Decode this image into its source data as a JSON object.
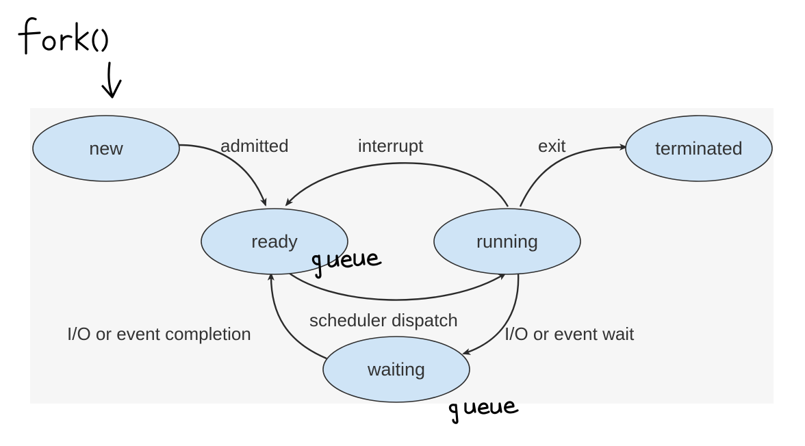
{
  "colors": {
    "state_fill": "#cfe4f6",
    "state_stroke": "#2e2e2e"
  },
  "states": {
    "new": "new",
    "ready": "ready",
    "running": "running",
    "waiting": "waiting",
    "terminated": "terminated"
  },
  "transitions": {
    "admitted": "admitted",
    "interrupt": "interrupt",
    "exit": "exit",
    "scheduler_dispatch": "scheduler dispatch",
    "io_event_completion": "I/O or event completion",
    "io_event_wait": "I/O or event wait"
  },
  "annotations": {
    "fork": "fork()",
    "ready_queue": "queue",
    "waiting_queue": "queue"
  }
}
